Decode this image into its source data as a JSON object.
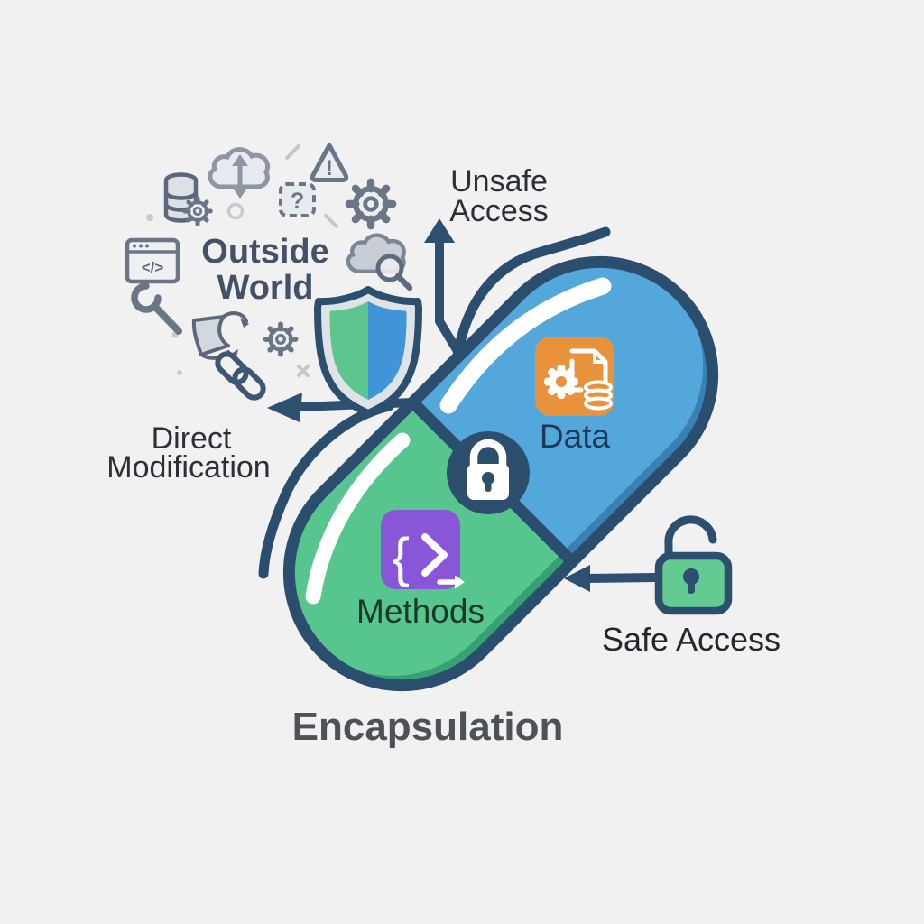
{
  "title": {
    "label": "Encapsulation"
  },
  "outside_world": {
    "line1": "Outside",
    "line2": "World"
  },
  "flows": {
    "unsafe": {
      "line1": "Unsafe",
      "line2": "Access"
    },
    "direct": {
      "line1": "Direct",
      "line2": "Modification"
    },
    "safe": {
      "label": "Safe Access"
    }
  },
  "capsule": {
    "data_label": "Data",
    "methods_label": "Methods"
  },
  "icon_glyphs": {
    "warning": "!",
    "question": "?",
    "code_window": "</>"
  },
  "icons": {
    "cluster": [
      "database-icon",
      "gear-icon",
      "cloud-sync-icon",
      "warning-icon",
      "question-box-icon",
      "code-window-icon",
      "wrench-icon",
      "pen-path-icon",
      "chain-link-icon",
      "cloud-search-icon"
    ],
    "shield": "shield-icon",
    "center_lock": "locked-padlock-icon",
    "data_badge": "gear-document-database-icon",
    "methods_badge": "code-braces-arrow-icon",
    "safe_lock": "unlocked-padlock-icon"
  },
  "colors": {
    "background": "#f1f1f2",
    "outline_navy": "#2b4d6e",
    "arrow_navy": "#2f4f70",
    "capsule_blue": "#54a7db",
    "capsule_blue_dark": "#3a80b2",
    "capsule_green": "#57c68e",
    "capsule_green_dark": "#37a173",
    "data_icon_orange": "#e8923c",
    "methods_icon_purple": "#8a56d8",
    "lock_circle": "#2d4f6e",
    "safe_lock_green": "#63cb91",
    "shield_silver": "#dfe3e8",
    "shield_green": "#5cc68e",
    "shield_blue": "#4094d8",
    "gray_icon": "#6a7586",
    "text_dark": "#2b3038",
    "text_slate": "#455168",
    "title_gray": "#4d5258"
  }
}
